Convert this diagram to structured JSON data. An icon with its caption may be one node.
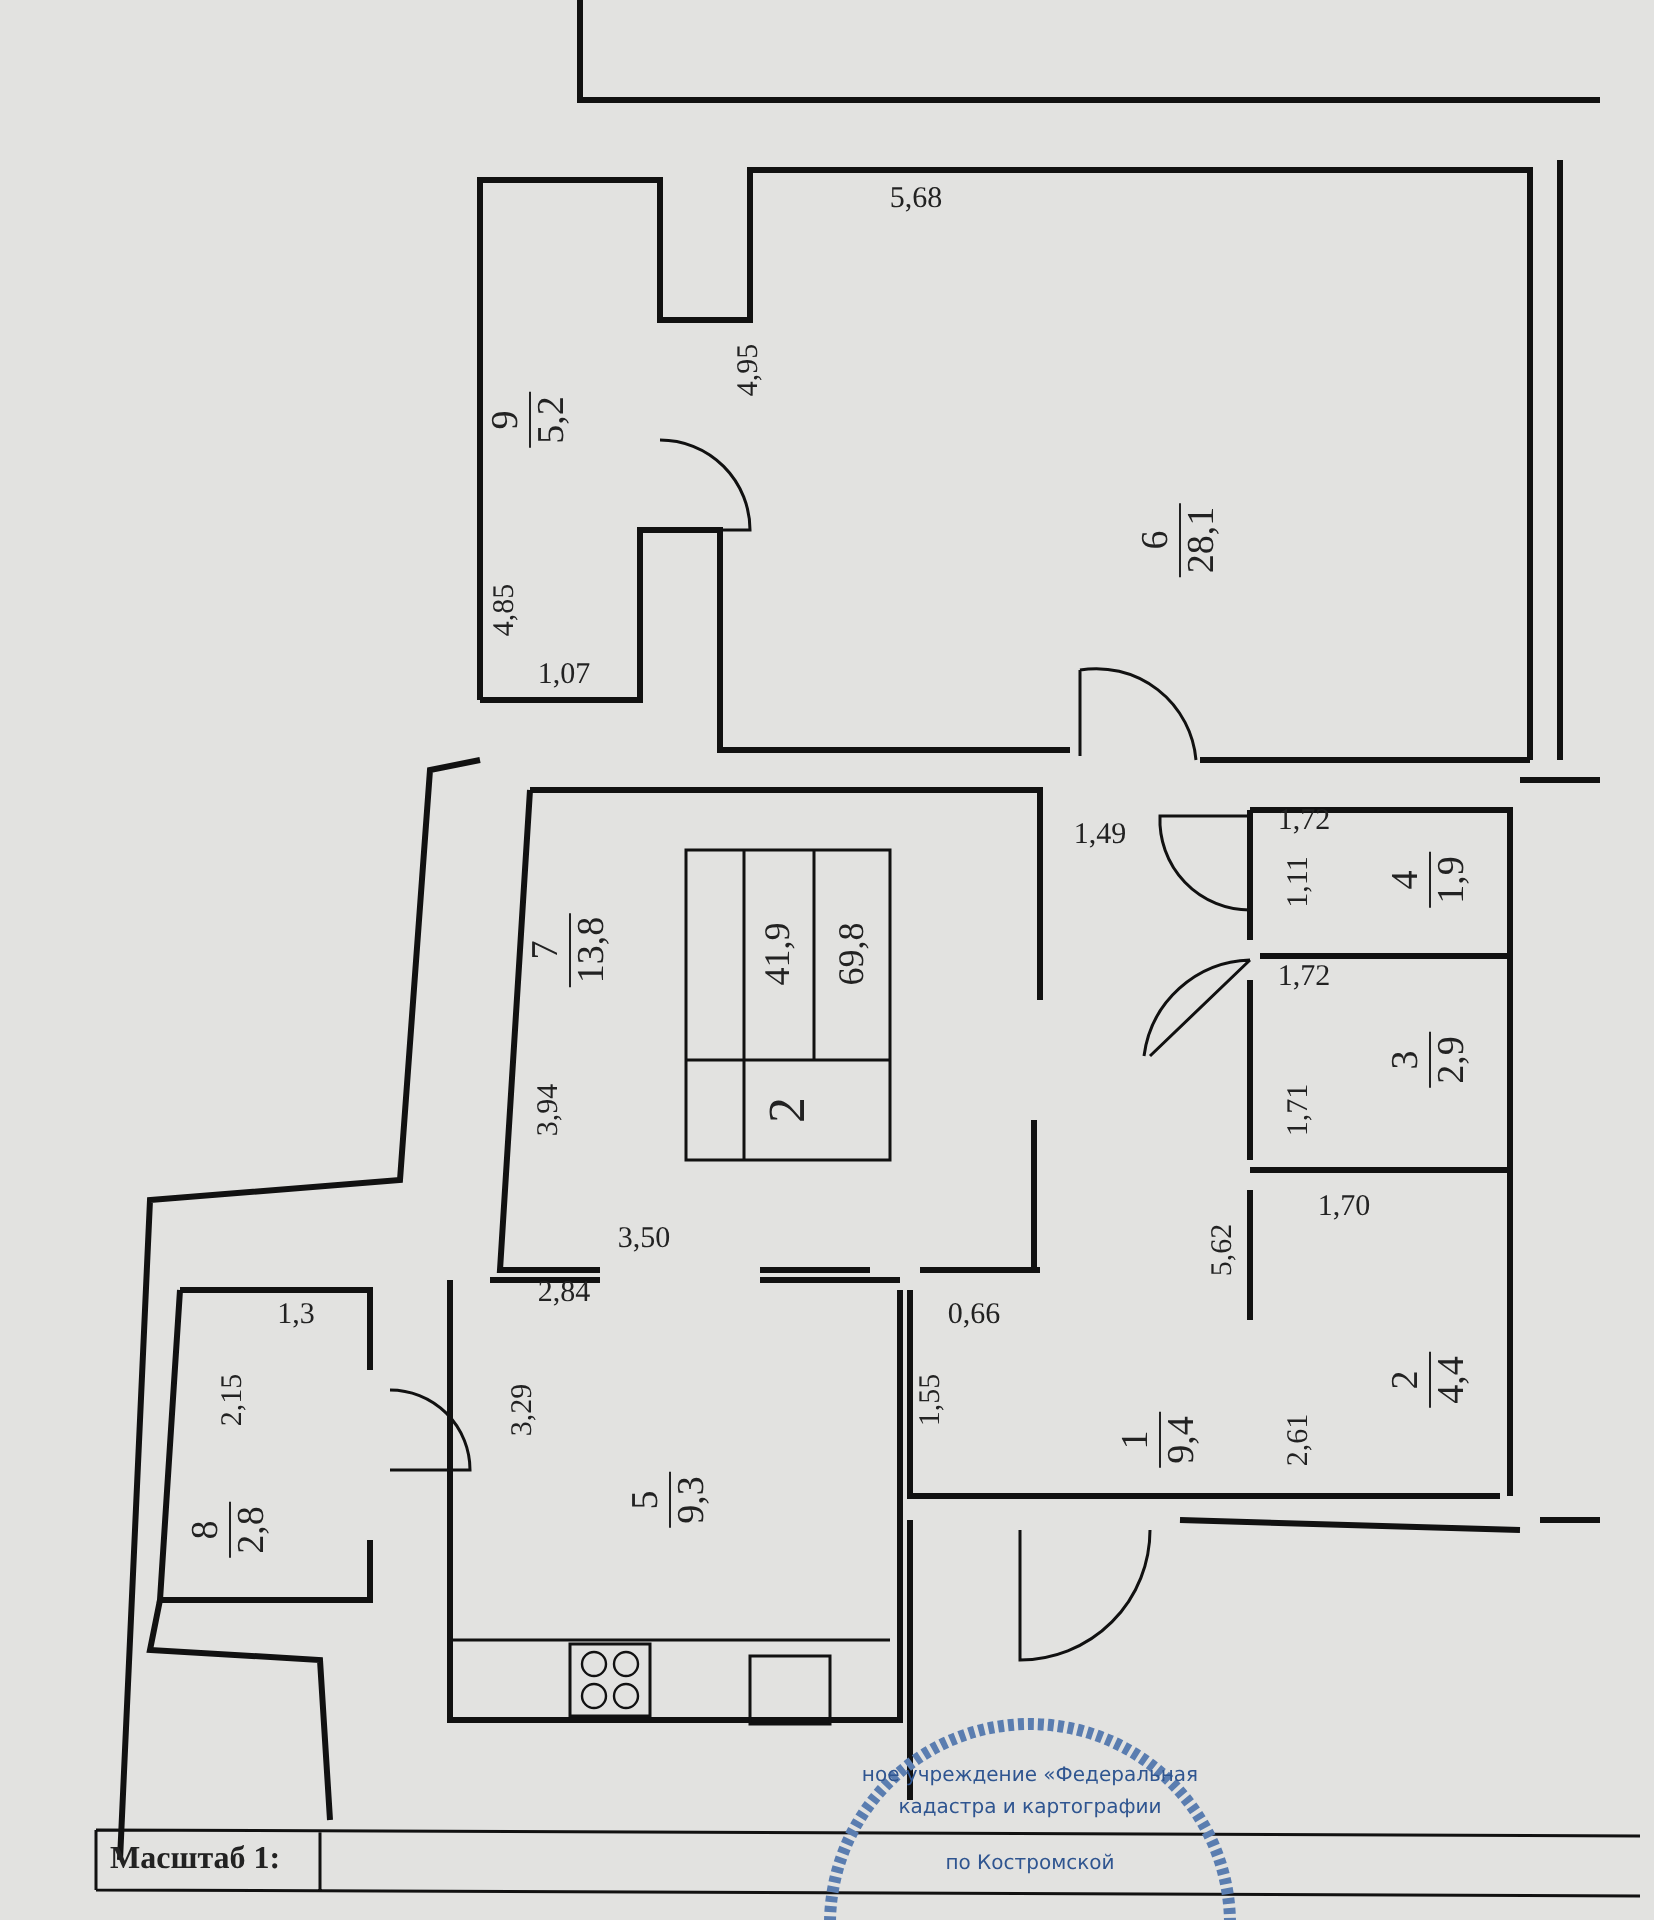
{
  "diagram": {
    "nodes": [
      {
        "text": [
          "9",
          "5,2"
        ]
      },
      {
        "text": [
          "6",
          "28,1"
        ]
      },
      {
        "text": [
          "7",
          "13,8"
        ]
      },
      {
        "text": [
          "1",
          "9,4"
        ]
      },
      {
        "text": [
          "4",
          "1,9"
        ]
      },
      {
        "text": [
          "3",
          "2,9"
        ]
      },
      {
        "text": [
          "2",
          "4,4"
        ]
      },
      {
        "text": [
          "8",
          "2,8"
        ]
      },
      {
        "text": [
          "5",
          "9,3"
        ]
      }
    ],
    "labels": [
      "5,68",
      "4,95",
      "4,85",
      "1,07",
      "1,49",
      "1,72",
      "1,11",
      "41,9",
      "69,8",
      "1,72",
      "2",
      "1,71",
      "3,94",
      "5,62",
      "1,70",
      "3,50",
      "2,84",
      "0,66",
      "1,3",
      "2,15",
      "3,29",
      "1,55",
      "2,61",
      "Масштаб 1:",
      "ное учреждение «Федеральная",
      "кадастра и картографии",
      "по Костромской"
    ]
  }
}
